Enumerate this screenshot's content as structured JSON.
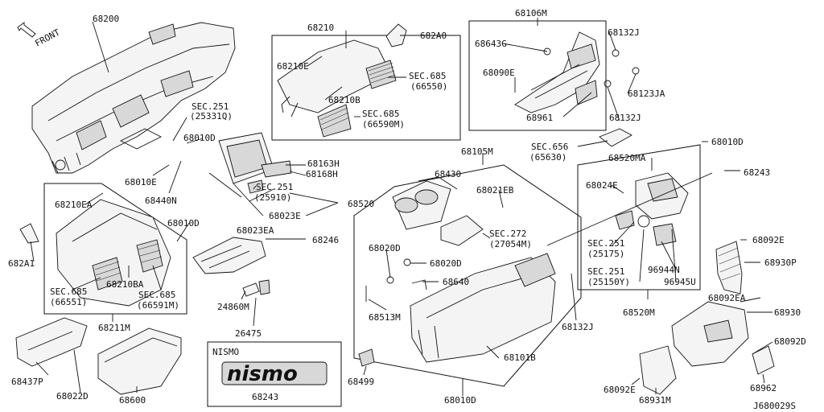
{
  "front_label": "FRONT",
  "figure_id": "J680029S",
  "nismo_box_title": "NISMO",
  "nismo_badge_text": "nismo",
  "labels": {
    "l68200": "68200",
    "l68210": "68210",
    "l682A0": "682A0",
    "l68106M": "68106M",
    "l68643G": "68643G",
    "l68132J_a": "68132J",
    "l68210E": "68210E",
    "l68210B": "68210B",
    "lsec685a": "SEC.685",
    "l66550": "(66550)",
    "lsec685b": "SEC.685",
    "l66590M": "(66590M)",
    "l68090E": "68090E",
    "l68123JA": "68123JA",
    "l68961": "68961",
    "l68132J_b": "68132J",
    "lsec251a": "SEC.251",
    "l25331Q": "(25331Q)",
    "l68010D_a": "68010D",
    "lsec656": "SEC.656",
    "l65630": "(65630)",
    "l68010D_b": "68010D",
    "l68010E": "68010E",
    "l68440N": "68440N",
    "l68163H": "68163H",
    "l68168H": "68168H",
    "lsec251b": "SEC.251",
    "l25910": "(25910)",
    "l68105M": "68105M",
    "l68520MA": "68520MA",
    "l68243_a": "68243",
    "l68210EA": "68210EA",
    "l68520": "68520",
    "l68023E": "68023E",
    "l68430": "68430",
    "l68021EB": "68021EB",
    "l68024E": "68024E",
    "l68010D_c": "68010D",
    "lsec272": "SEC.272",
    "l27054M": "(27054M)",
    "l68023EA": "68023EA",
    "l68246": "68246",
    "l682A1": "682A1",
    "l68020D_a": "68020D",
    "l68020D_b": "68020D",
    "lsec251c": "SEC.251",
    "l25175": "(25175)",
    "l68092E_a": "68092E",
    "l68930P": "68930P",
    "l96944N": "96944N",
    "lsec251d": "SEC.251",
    "l25150Y": "(25150Y)",
    "l96945U": "96945U",
    "l68640": "68640",
    "lsec685c": "SEC.685",
    "l66551": "(66551)",
    "l68210BA": "68210BA",
    "lsec685d": "SEC.685",
    "l66591M": "(66591M)",
    "l24860M": "24860M",
    "l68513M": "68513M",
    "l68132J_c": "68132J",
    "l68520M": "68520M",
    "l68092EA": "68092EA",
    "l68930": "68930",
    "l68211M": "68211M",
    "l26475": "26475",
    "l68101B": "68101B",
    "l68092D": "68092D",
    "l68437P": "68437P",
    "l68499": "68499",
    "l68962": "68962",
    "l68022D": "68022D",
    "l68600": "68600",
    "l68243_b": "68243",
    "l68010D_d": "68010D",
    "l68092E_b": "68092E",
    "l68931M": "68931M"
  }
}
